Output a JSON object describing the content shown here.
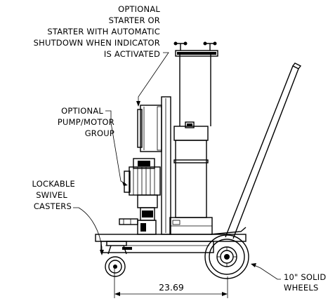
{
  "callouts": {
    "starter": [
      "OPTIONAL",
      "STARTER OR",
      "STARTER WITH AUTOMATIC",
      "SHUTDOWN WHEN INDICATOR",
      "IS ACTIVATED"
    ],
    "pump_motor": [
      "OPTIONAL",
      "PUMP/MOTOR",
      "GROUP"
    ],
    "casters": [
      "LOCKABLE",
      "SWIVEL",
      "CASTERS"
    ],
    "wheels": [
      "10\" SOLID",
      "WHEELS"
    ]
  },
  "dimension": {
    "wheelbase": "23.69"
  }
}
